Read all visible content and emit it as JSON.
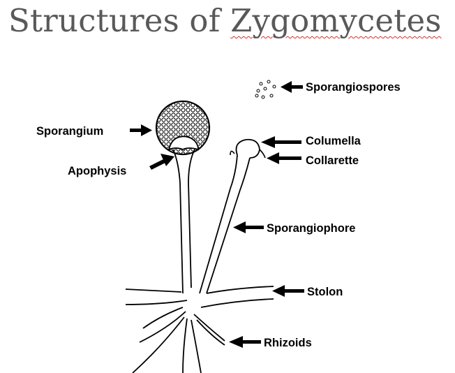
{
  "title": {
    "prefix": "Structures of ",
    "underlined": "Zygomycetes"
  },
  "labels": {
    "sporangiospores": "Sporangiospores",
    "sporangium": "Sporangium",
    "columella": "Columella",
    "collarette": "Collarette",
    "apophysis": "Apophysis",
    "sporangiophore": "Sporangiophore",
    "stolon": "Stolon",
    "rhizoids": "Rhizoids"
  },
  "colors": {
    "ink": "#000000",
    "title": "#595959",
    "spellcheck_underline": "#d03030"
  }
}
